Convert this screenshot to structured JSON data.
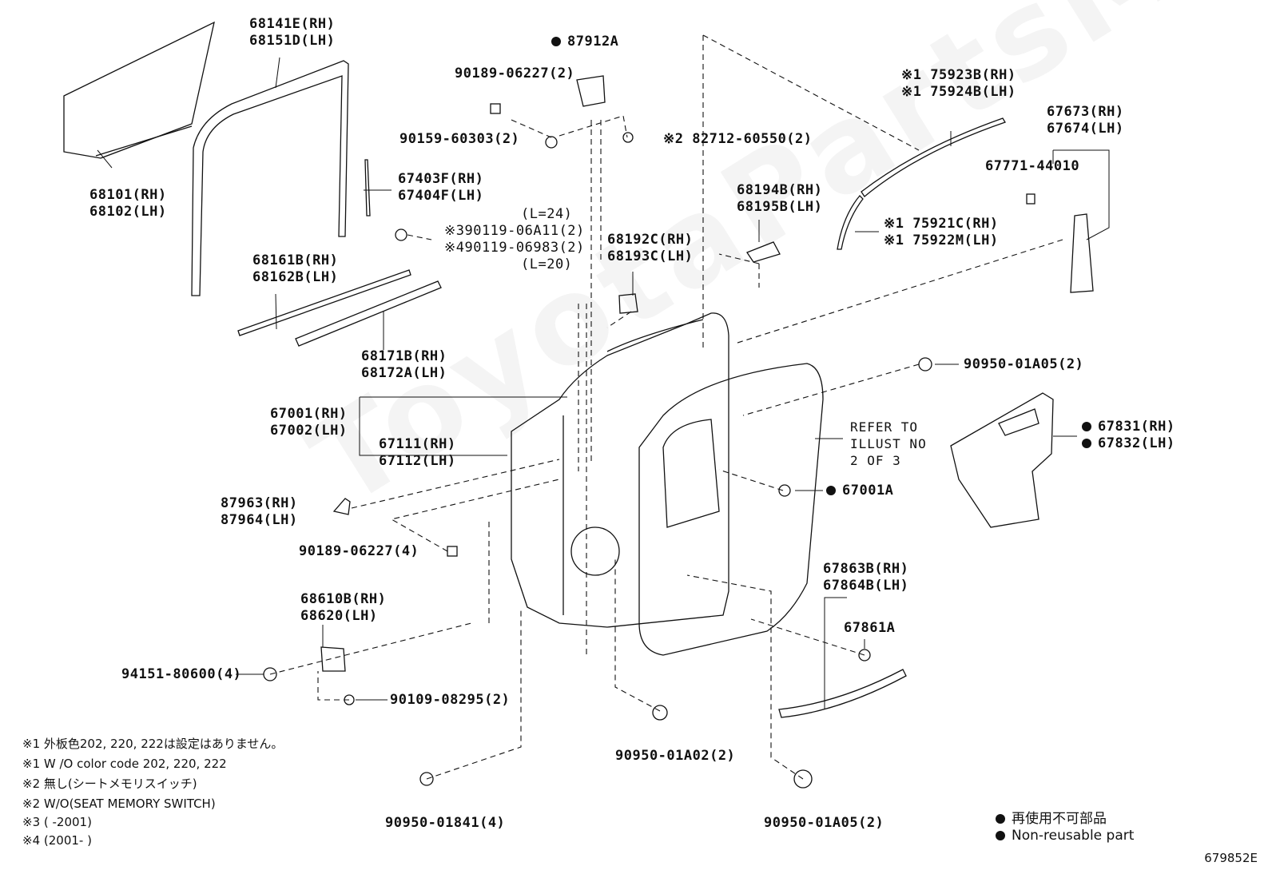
{
  "watermark": "ToyotaPartsMire.ru",
  "figure_code": "679852E",
  "parts": {
    "p1": {
      "lines": [
        "68141E(RH)",
        "68151D(LH)"
      ]
    },
    "p2": {
      "lines": [
        "68101(RH)",
        "68102(LH)"
      ]
    },
    "p3": {
      "lines": [
        "87912A"
      ],
      "nonreusable": true
    },
    "p4": {
      "lines": [
        "90189-06227(2)"
      ]
    },
    "p5": {
      "lines": [
        "90159-60303(2)"
      ]
    },
    "p6": {
      "lines": [
        "※2 82712-60550(2)"
      ]
    },
    "p7": {
      "lines": [
        "67403F(RH)",
        "67404F(LH)"
      ]
    },
    "p8": {
      "lines": [
        "(L=24)",
        "※390119-06A11(2)",
        "※490119-06983(2)",
        "(L=20)"
      ]
    },
    "p9": {
      "lines": [
        "68161B(RH)",
        "68162B(LH)"
      ]
    },
    "p10": {
      "lines": [
        "68171B(RH)",
        "68172A(LH)"
      ]
    },
    "p11": {
      "lines": [
        "68192C(RH)",
        "68193C(LH)"
      ]
    },
    "p12": {
      "lines": [
        "68194B(RH)",
        "68195B(LH)"
      ]
    },
    "p13": {
      "lines": [
        "※1 75923B(RH)",
        "※1 75924B(LH)"
      ]
    },
    "p14": {
      "lines": [
        "67673(RH)",
        "67674(LH)"
      ]
    },
    "p15": {
      "lines": [
        "67771-44010"
      ]
    },
    "p16": {
      "lines": [
        "※1 75921C(RH)",
        "※1 75922M(LH)"
      ]
    },
    "p17": {
      "lines": [
        "90950-01A05(2)"
      ]
    },
    "p18": {
      "lines": [
        "67831(RH)",
        "67832(LH)"
      ],
      "nonreusable": true
    },
    "p19": {
      "lines": [
        "67001(RH)",
        "67002(LH)"
      ]
    },
    "p20": {
      "lines": [
        "67111(RH)",
        "67112(LH)"
      ]
    },
    "p21": {
      "lines": [
        "67001A"
      ],
      "nonreusable": true
    },
    "p22": {
      "lines": [
        "87963(RH)",
        "87964(LH)"
      ]
    },
    "p23": {
      "lines": [
        "90189-06227(4)"
      ]
    },
    "p24": {
      "lines": [
        "68610B(RH)",
        "68620(LH)"
      ]
    },
    "p25": {
      "lines": [
        "94151-80600(4)"
      ]
    },
    "p26": {
      "lines": [
        "90109-08295(2)"
      ]
    },
    "p27": {
      "lines": [
        "67863B(RH)",
        "67864B(LH)"
      ]
    },
    "p28": {
      "lines": [
        "67861A"
      ]
    },
    "p29": {
      "lines": [
        "90950-01A02(2)"
      ]
    },
    "p30": {
      "lines": [
        "90950-01841(4)"
      ]
    },
    "p31": {
      "lines": [
        "90950-01A05(2)"
      ]
    }
  },
  "refer": [
    "REFER TO",
    "ILLUST NO",
    "2 OF 3"
  ],
  "notes": [
    "※1  外板色202, 220, 222は設定はありません。",
    "※1  W /O color code 202, 220, 222",
    "※2  無し(シートメモリスイッチ)",
    "※2  W/O(SEAT MEMORY SWITCH)",
    "※3 (       -2001)",
    "※4 (2001-       )"
  ],
  "legend": {
    "jp": "再使用不可部品",
    "en": "Non-reusable part"
  }
}
